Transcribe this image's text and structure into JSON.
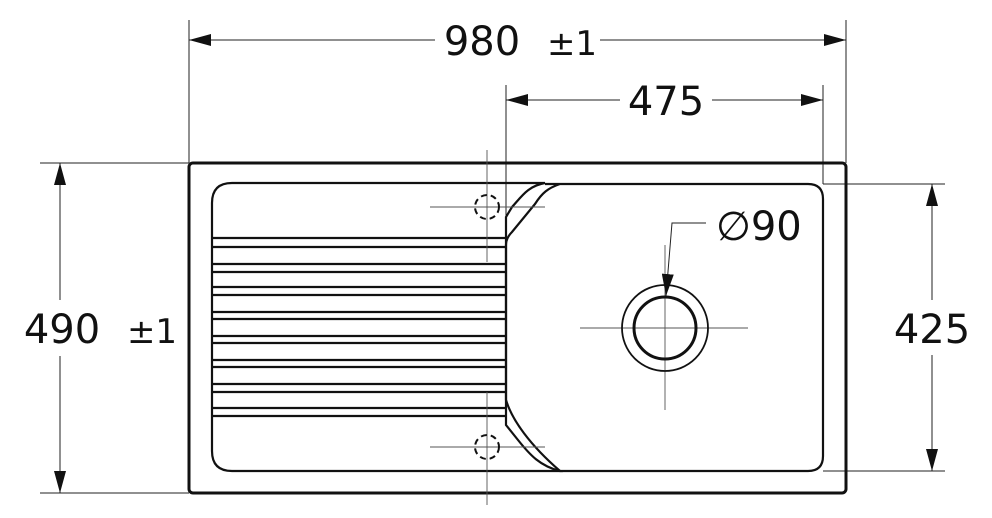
{
  "drawing": {
    "overall_width": {
      "value": "980",
      "tolerance": "±1"
    },
    "bowl_width": {
      "value": "475"
    },
    "overall_depth": {
      "value": "490",
      "tolerance": "±1"
    },
    "bowl_depth": {
      "value": "425"
    },
    "drain_diameter": {
      "symbol": "∅",
      "value": "90"
    },
    "drainboard_ridges": 8,
    "tap_holes": 2
  }
}
